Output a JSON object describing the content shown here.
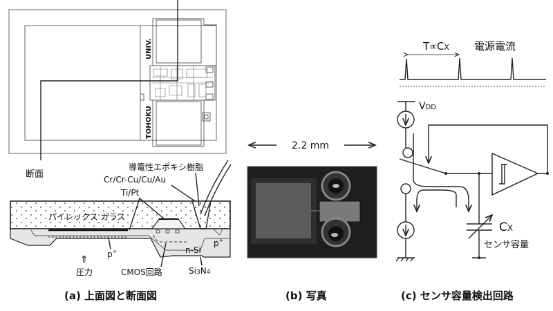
{
  "panel_a": {
    "caption": "(a) 上面図と断面図",
    "top_view": {
      "label_univ": "UNIV.",
      "label_tohoku": "TOHOKU",
      "section_label": "断面"
    },
    "cross_section": {
      "epoxy": "導電性エポキシ樹脂",
      "metal": "Cr/Cr-Cu/Cu/Au",
      "electrode": "Ti/Pt",
      "glass": "パイレックス ガラス",
      "nsi": "n-Si",
      "p_plus_1": "p",
      "p_plus_2": "p",
      "plus": "+",
      "pressure": "圧力",
      "pressure_arrow": "⇑",
      "cmos": "CMOS回路",
      "si3n4": "Si",
      "si3n4_sub1": "3",
      "si3n4_n": "N",
      "si3n4_sub2": "4"
    }
  },
  "panel_b": {
    "caption": "(b) 写真",
    "dimension": "2.2 mm",
    "photo_colors": {
      "background": "#1e1e1e",
      "diaphragm": "#5c5c5c",
      "pad": "#7a7a7a"
    }
  },
  "panel_c": {
    "caption": "(c) センサ容量検出回路",
    "period_label": "T∝C",
    "period_sub": "X",
    "current_label": "電源電流",
    "vdd": "V",
    "vdd_sub": "DD",
    "cx": "C",
    "cx_sub": "X",
    "sensor_cap": "センサ容量"
  }
}
